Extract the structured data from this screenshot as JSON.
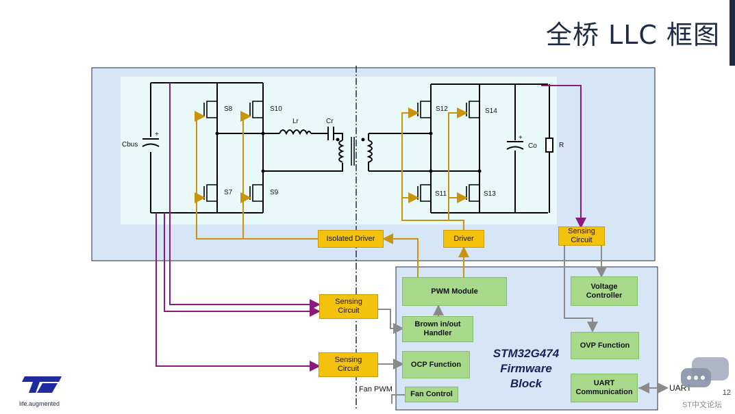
{
  "slide": {
    "title": "全桥 LLC 框图",
    "page_number": "12"
  },
  "logo": {
    "tagline": "life.augmented"
  },
  "watermark": "ST中文论坛",
  "components": {
    "cbus": "Cbus",
    "lr": "Lr",
    "cr": "Cr",
    "co": "Co",
    "r": "R",
    "s8": "S8",
    "s10": "S10",
    "s7": "S7",
    "s9": "S9",
    "s12": "S12",
    "s14": "S14",
    "s11": "S11",
    "s13": "S13",
    "plus": "+"
  },
  "blocks": {
    "isolated_driver": "Isolated  Driver",
    "driver": "Driver",
    "sensing_circuit_top": "Sensing Circuit",
    "sensing_circuit_mid": "Sensing Circuit",
    "sensing_circuit_low": "Sensing Circuit",
    "pwm_module": "PWM Module",
    "brown_in_out_handler": "Brown in/out Handler",
    "ocp_function": "OCP Function",
    "fan_control": "Fan Control",
    "voltage_controller": "Voltage Controller",
    "ovp_function": "OVP Function",
    "uart_communication": "UART Communication"
  },
  "firmware_block": {
    "line1": "STM32G474",
    "line2": "Firmware",
    "line3": "Block"
  },
  "io_labels": {
    "fan_pwm": "Fan PWM",
    "uart": "UART"
  },
  "colors": {
    "power_stage_bg": "#d7e6f7",
    "circuit_bg": "#e9f8f8",
    "gate_drive": "#c8940c",
    "sense_line": "#8b1a7f",
    "signal_arrow": "#8a8a8a",
    "block_yellow": "#f4c20d",
    "block_green": "#a8d98a"
  }
}
